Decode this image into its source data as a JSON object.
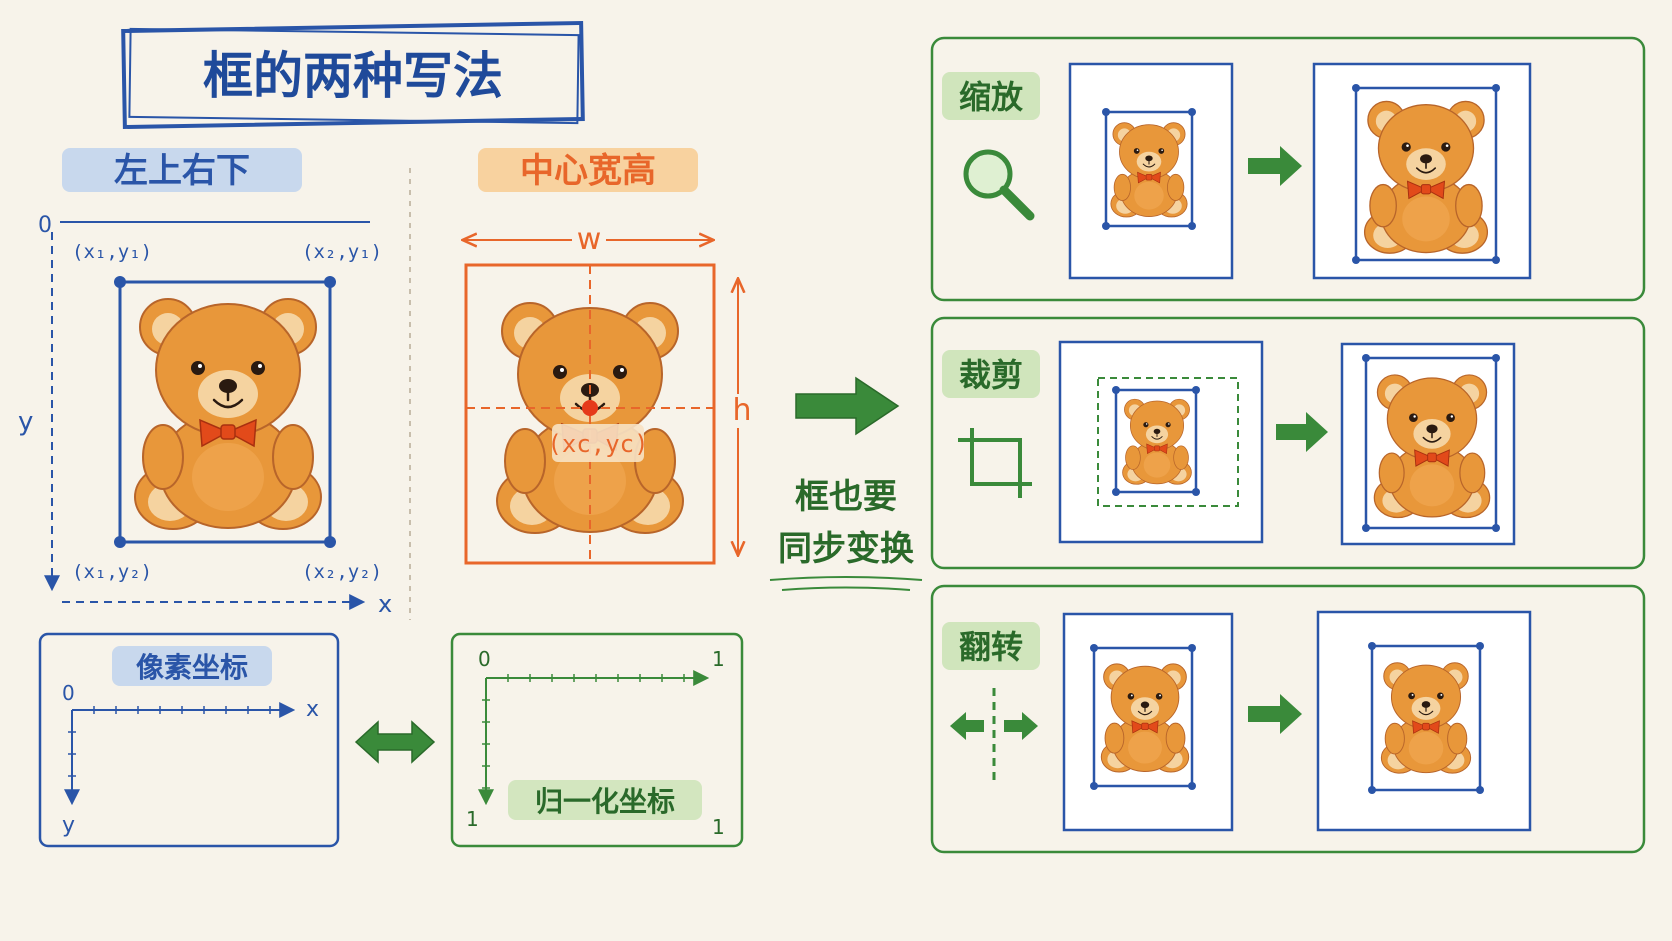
{
  "title": "框的两种写法",
  "left_panel": {
    "heading": "左上右下",
    "origin": "0",
    "x_axis": "x",
    "y_axis": "y",
    "corners": {
      "top_left": "(x₁,y₁)",
      "top_right": "(x₂,y₁)",
      "bottom_left": "(x₁,y₂)",
      "bottom_right": "(x₂,y₂)"
    }
  },
  "center_panel": {
    "heading": "中心宽高",
    "width_label": "w",
    "height_label": "h",
    "center_label": "(xc,yc)"
  },
  "pixel_coords": {
    "heading": "像素坐标",
    "origin": "0",
    "x_axis": "x",
    "y_axis": "y"
  },
  "normalized_coords": {
    "heading": "归一化坐标",
    "origin": "0",
    "x_max": "1",
    "y_max": "1",
    "corner": "1"
  },
  "sync_note": {
    "line1": "框也要",
    "line2": "同步变换"
  },
  "transforms": [
    {
      "label": "缩放",
      "icon": "magnifier-icon"
    },
    {
      "label": "裁剪",
      "icon": "crop-icon"
    },
    {
      "label": "翻转",
      "icon": "flip-icon"
    }
  ],
  "colors": {
    "blue": "#2a55a8",
    "orange": "#e8662a",
    "green": "#3a8a3a",
    "bear": "#e8973a",
    "paper": "#f7f3ea"
  }
}
